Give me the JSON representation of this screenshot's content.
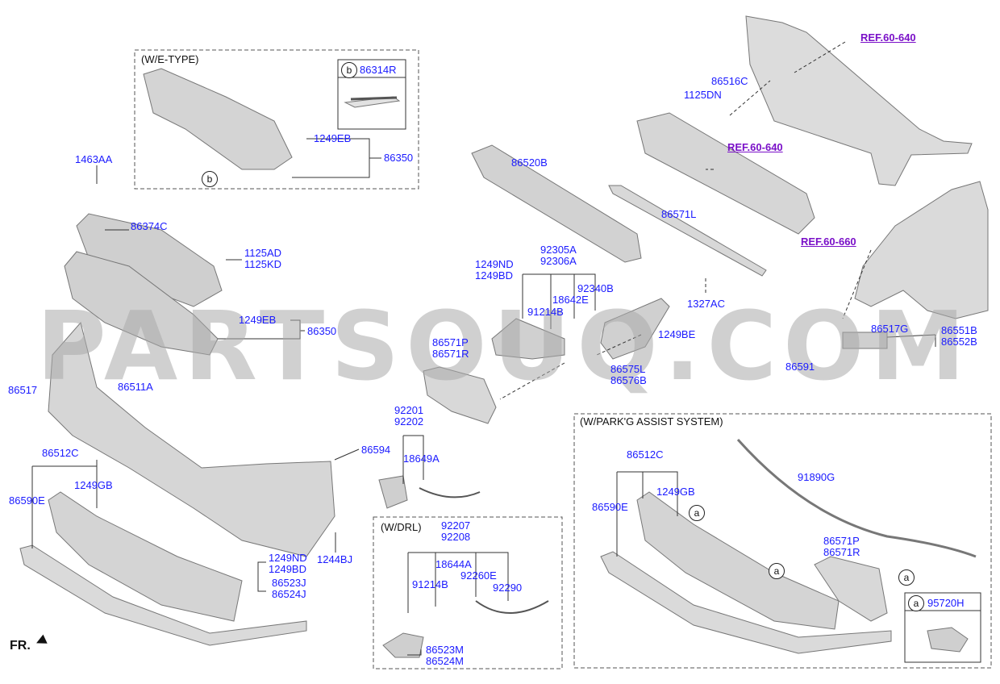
{
  "watermark": "PARTSOUQ.COM",
  "front_indicator": "FR.",
  "boxes": {
    "e_type": {
      "title": "(W/E-TYPE)",
      "callout_letter": "b",
      "callout_part": "86314R"
    },
    "drl": {
      "title": "(W/DRL)"
    },
    "parking": {
      "title": "(W/PARK'G ASSIST SYSTEM)",
      "callout_letter": "a",
      "callout_part": "95720H"
    }
  },
  "references": [
    "REF.60-640",
    "REF.60-640",
    "REF.60-660"
  ],
  "circle_markers": {
    "a": "a",
    "b": "b"
  },
  "part_labels": {
    "p1463AA": "1463AA",
    "p86374C": "86374C",
    "p1125AD": "1125AD",
    "p1125KD": "1125KD",
    "p1249EB_top": "1249EB",
    "p86350_top": "86350",
    "p1249EB": "1249EB",
    "p86350": "86350",
    "p86517": "86517",
    "p86511A": "86511A",
    "p86512C": "86512C",
    "p1249GB": "1249GB",
    "p86590E": "86590E",
    "p86594": "86594",
    "p1244BJ": "1244BJ",
    "p1249ND_low": "1249ND",
    "p1249BD_low": "1249BD",
    "p86523J": "86523J",
    "p86524J": "86524J",
    "p86520B": "86520B",
    "p92305A": "92305A",
    "p92306A": "92306A",
    "p1249ND": "1249ND",
    "p1249BD": "1249BD",
    "p92340B": "92340B",
    "p18642E": "18642E",
    "p91214B": "91214B",
    "p86571P": "86571P",
    "p86571R": "86571R",
    "p86575L": "86575L",
    "p86576B": "86576B",
    "p1249BE": "1249BE",
    "p92201": "92201",
    "p92202": "92202",
    "p18649A": "18649A",
    "p92207": "92207",
    "p92208": "92208",
    "p18644A": "18644A",
    "p91214B_drl": "91214B",
    "p92260E": "92260E",
    "p92290": "92290",
    "p86523M": "86523M",
    "p86524M": "86524M",
    "p86516C": "86516C",
    "p1125DN": "1125DN",
    "p86571L": "86571L",
    "p1327AC": "1327AC",
    "p86517G": "86517G",
    "p86551B": "86551B",
    "p86552B": "86552B",
    "p86591": "86591",
    "p86512C_pk": "86512C",
    "p1249GB_pk": "1249GB",
    "p86590E_pk": "86590E",
    "p91890G": "91890G",
    "p86571P_pk": "86571P",
    "p86571R_pk": "86571R"
  },
  "colors": {
    "label": "#1a1aff",
    "reference": "#7a10c8",
    "part_fill": "#d4d4d4",
    "line": "#333333"
  }
}
